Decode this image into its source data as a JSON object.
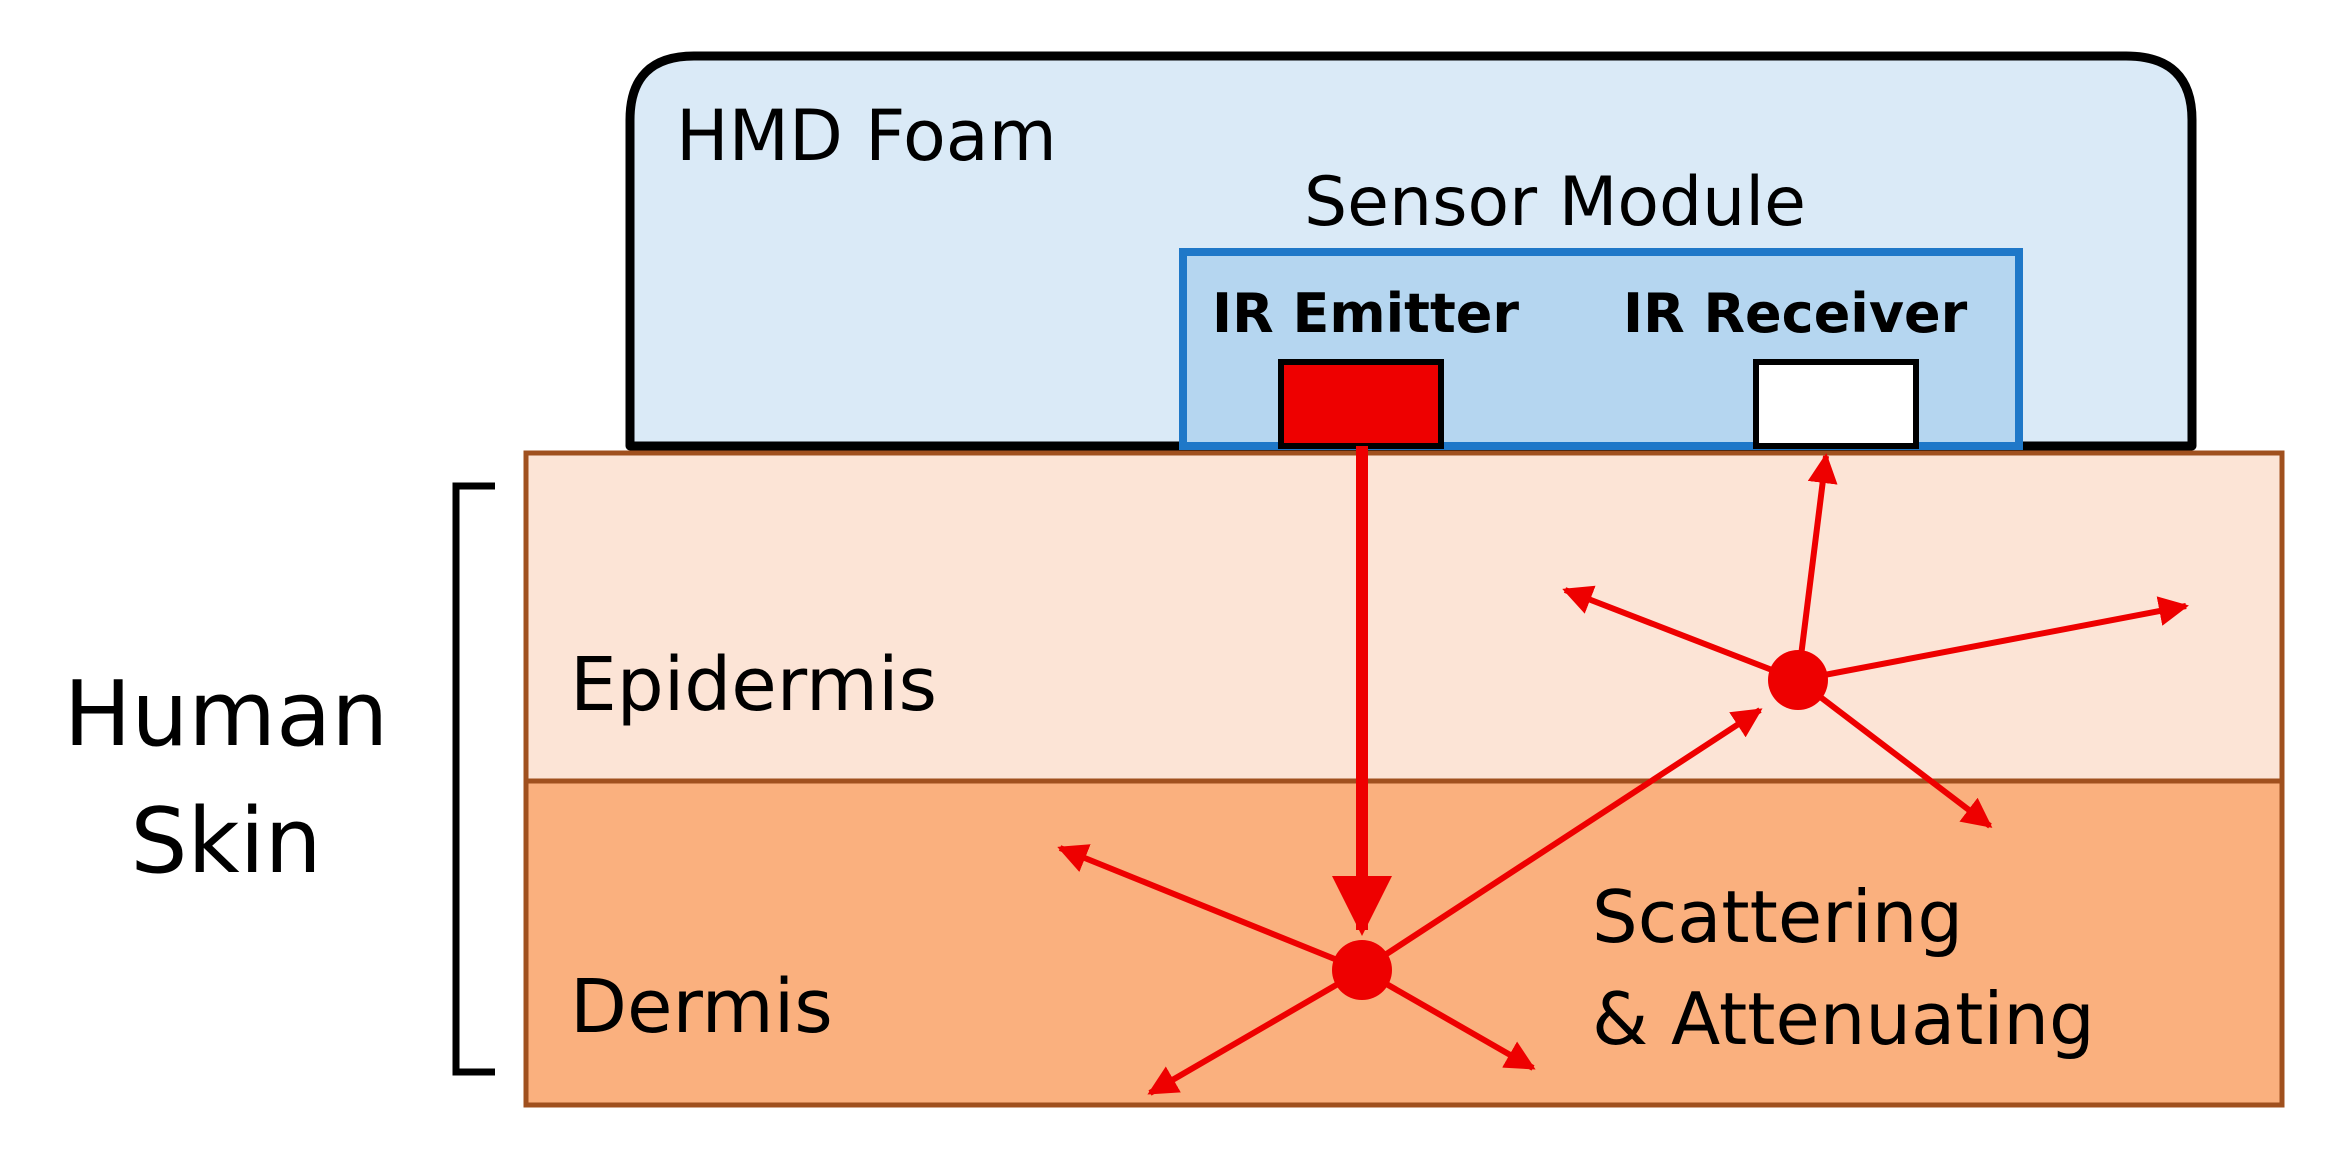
{
  "labels": {
    "hmd_foam": "HMD Foam",
    "sensor_module": "Sensor Module",
    "ir_emitter": "IR Emitter",
    "ir_receiver": "IR Receiver",
    "human": "Human",
    "skin": "Skin",
    "epidermis": "Epidermis",
    "dermis": "Dermis",
    "scattering": "Scattering",
    "attenuating": "& Attenuating"
  },
  "colors": {
    "foam_fill": "#DAEAF7",
    "foam_stroke": "#000000",
    "module_fill": "#B5D6F0",
    "module_stroke": "#1F78C8",
    "emitter_fill": "#EE0000",
    "receiver_fill": "#FFFFFF",
    "epidermis_fill": "#FCE4D6",
    "dermis_fill": "#FAB07E",
    "skin_stroke": "#A0501E",
    "ray": "#EE0000"
  }
}
